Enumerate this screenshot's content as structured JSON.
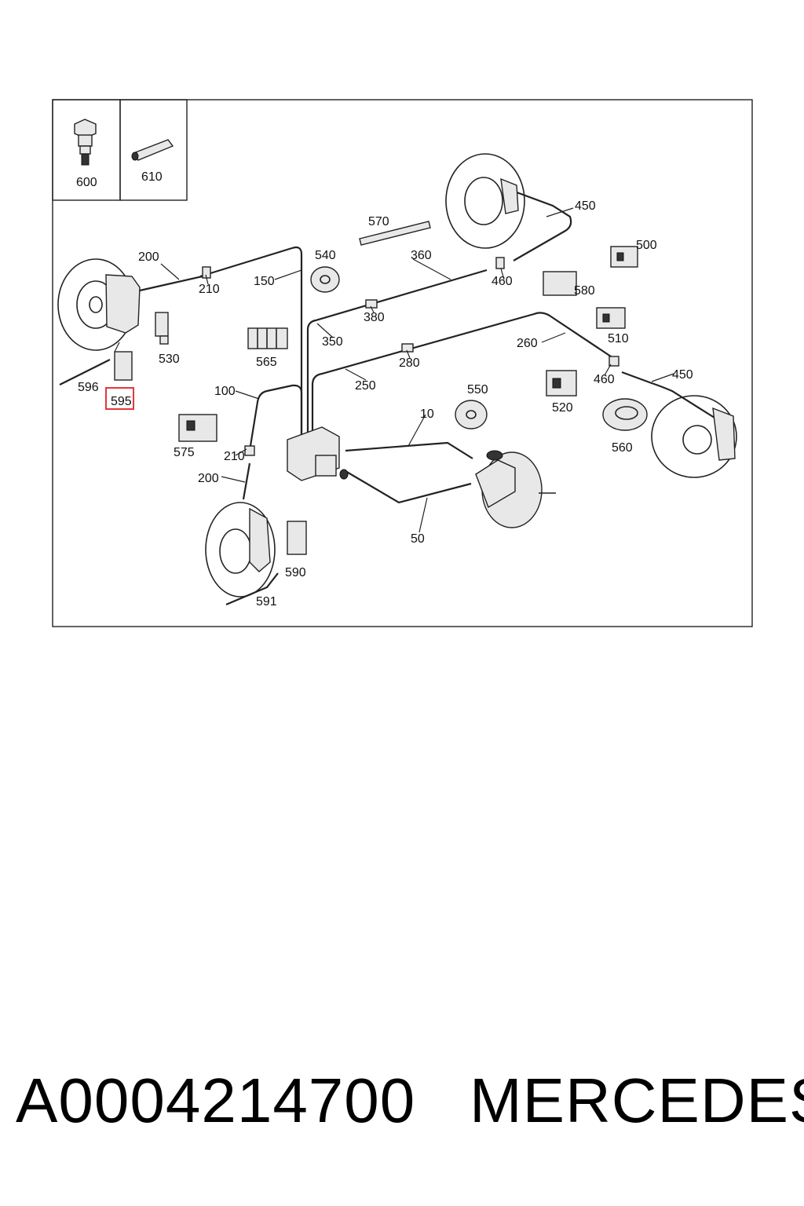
{
  "diagram": {
    "highlight_color": "#e0383c",
    "highlighted_part": "595",
    "callouts": [
      "600",
      "610",
      "450",
      "570",
      "540",
      "360",
      "500",
      "200",
      "210",
      "150",
      "460",
      "580",
      "380",
      "530",
      "350",
      "510",
      "565",
      "260",
      "280",
      "596",
      "595",
      "250",
      "450",
      "460",
      "100",
      "550",
      "520",
      "10",
      "575",
      "210",
      "560",
      "200",
      "50",
      "590",
      "591"
    ]
  },
  "caption": {
    "part_number": "A0004214700",
    "brand": "MERCEDES"
  }
}
